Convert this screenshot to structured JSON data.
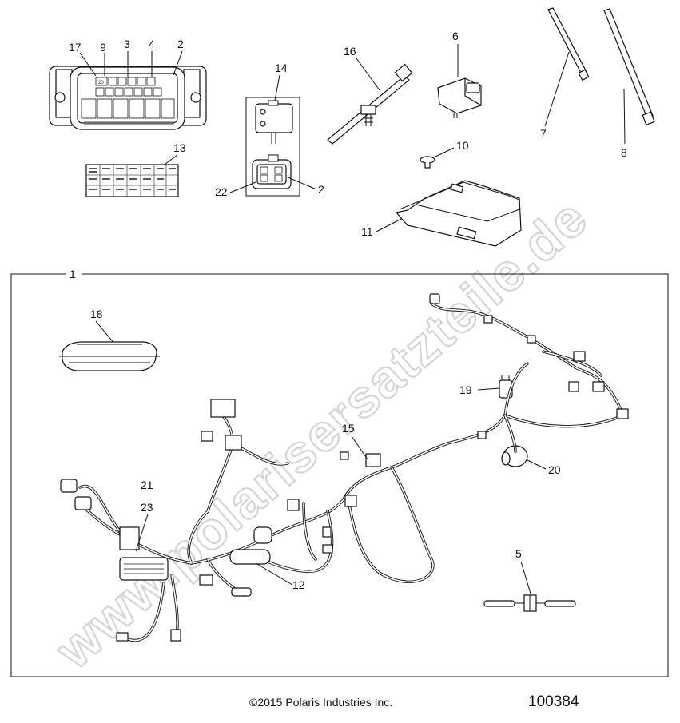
{
  "watermark": "www.polarisersatzteile.de",
  "labels": {
    "fuse_slot": "20"
  },
  "callouts": {
    "c1": "1",
    "c2": "2",
    "c3": "3",
    "c4": "4",
    "c5": "5",
    "c6": "6",
    "c7": "7",
    "c8": "8",
    "c9": "9",
    "c10": "10",
    "c11": "11",
    "c12": "12",
    "c13": "13",
    "c14": "14",
    "c15": "15",
    "c16": "16",
    "c17": "17",
    "c18": "18",
    "c19": "19",
    "c20": "20",
    "c21": "21",
    "c22": "22",
    "c23": "23"
  },
  "footer": {
    "copyright": "©2015 Polaris Industries Inc.",
    "diagram_number": "100384"
  }
}
